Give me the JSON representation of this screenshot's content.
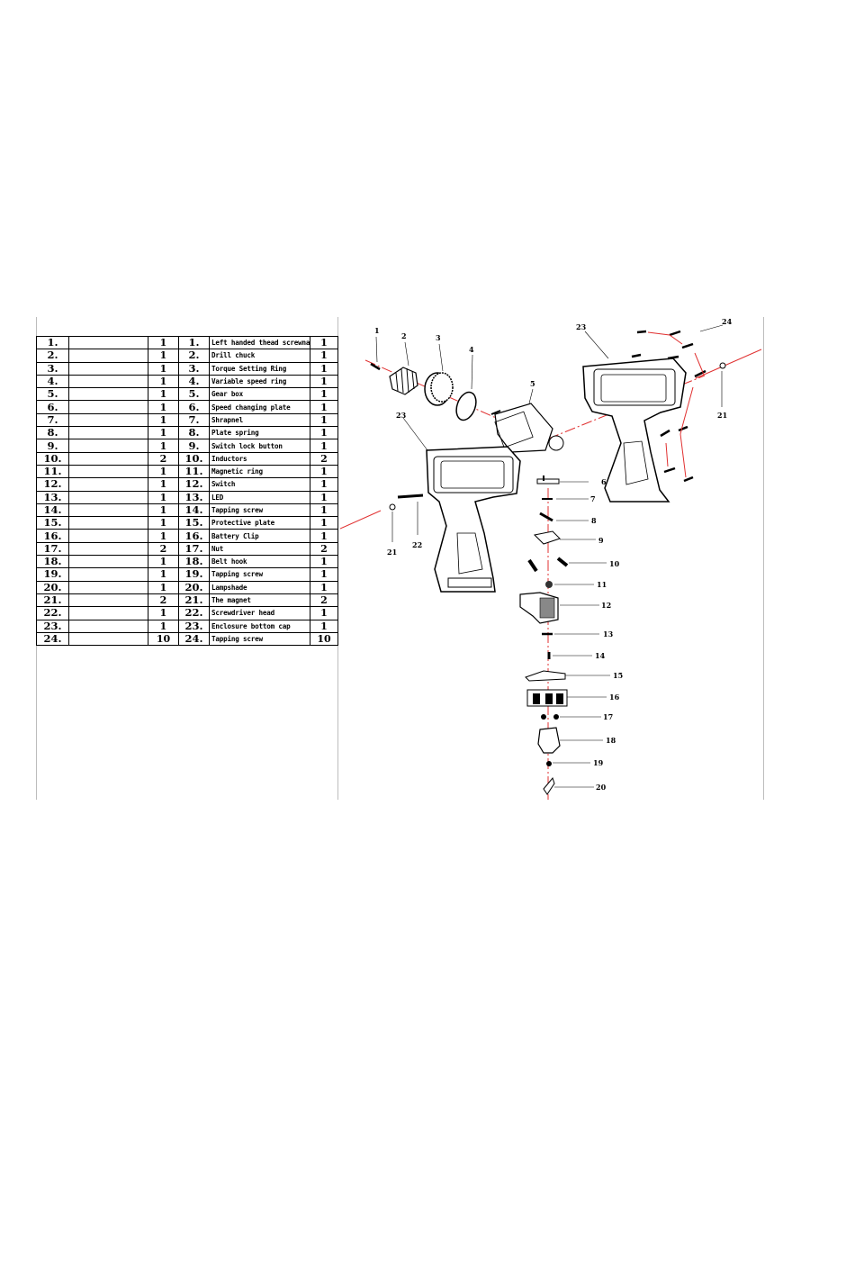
{
  "parts": [
    {
      "no": "1.",
      "qty": "1",
      "no2": "1.",
      "name": "Left handed thead screwnail",
      "qty2": "1"
    },
    {
      "no": "2.",
      "qty": "1",
      "no2": "2.",
      "name": "Drill chuck",
      "qty2": "1"
    },
    {
      "no": "3.",
      "qty": "1",
      "no2": "3.",
      "name": "Torque Setting Ring",
      "qty2": "1"
    },
    {
      "no": "4.",
      "qty": "1",
      "no2": "4.",
      "name": "Variable speed ring",
      "qty2": "1"
    },
    {
      "no": "5.",
      "qty": "1",
      "no2": "5.",
      "name": "Gear box",
      "qty2": "1"
    },
    {
      "no": "6.",
      "qty": "1",
      "no2": "6.",
      "name": "Speed changing plate",
      "qty2": "1"
    },
    {
      "no": "7.",
      "qty": "1",
      "no2": "7.",
      "name": "Shrapnel",
      "qty2": "1"
    },
    {
      "no": "8.",
      "qty": "1",
      "no2": "8.",
      "name": "Plate spring",
      "qty2": "1"
    },
    {
      "no": "9.",
      "qty": "1",
      "no2": "9.",
      "name": "Switch lock button",
      "qty2": "1"
    },
    {
      "no": "10.",
      "qty": "2",
      "no2": "10.",
      "name": "Inductors",
      "qty2": "2"
    },
    {
      "no": "11.",
      "qty": "1",
      "no2": "11.",
      "name": "Magnetic ring",
      "qty2": "1"
    },
    {
      "no": "12.",
      "qty": "1",
      "no2": "12.",
      "name": "Switch",
      "qty2": "1"
    },
    {
      "no": "13.",
      "qty": "1",
      "no2": "13.",
      "name": "LED",
      "qty2": "1"
    },
    {
      "no": "14.",
      "qty": "1",
      "no2": "14.",
      "name": "Tapping screw",
      "qty2": "1"
    },
    {
      "no": "15.",
      "qty": "1",
      "no2": "15.",
      "name": "Protective plate",
      "qty2": "1"
    },
    {
      "no": "16.",
      "qty": "1",
      "no2": "16.",
      "name": "Battery Clip",
      "qty2": "1"
    },
    {
      "no": "17.",
      "qty": "2",
      "no2": "17.",
      "name": "Nut",
      "qty2": "2"
    },
    {
      "no": "18.",
      "qty": "1",
      "no2": "18.",
      "name": "Belt hook",
      "qty2": "1"
    },
    {
      "no": "19.",
      "qty": "1",
      "no2": "19.",
      "name": "Tapping screw",
      "qty2": "1"
    },
    {
      "no": "20.",
      "qty": "1",
      "no2": "20.",
      "name": "Lampshade",
      "qty2": "1"
    },
    {
      "no": "21.",
      "qty": "2",
      "no2": "21.",
      "name": "The magnet",
      "qty2": "2"
    },
    {
      "no": "22.",
      "qty": "1",
      "no2": "22.",
      "name": "Screwdriver head",
      "qty2": "1"
    },
    {
      "no": "23.",
      "qty": "1",
      "no2": "23.",
      "name": "Enclosure bottom cap",
      "qty2": "1"
    },
    {
      "no": "24.",
      "qty": "10",
      "no2": "24.",
      "name": "Tapping screw",
      "qty2": "10"
    }
  ],
  "callouts": {
    "c1": "1",
    "c2": "2",
    "c3": "3",
    "c4": "4",
    "c5": "5",
    "c6": "6",
    "c7": "7",
    "c8": "8",
    "c9": "9",
    "c10": "10",
    "c11": "11",
    "c12": "12",
    "c13": "13",
    "c14": "14",
    "c15": "15",
    "c16": "16",
    "c17": "17",
    "c18": "18",
    "c19": "19",
    "c20": "20",
    "c21a": "21",
    "c21b": "21",
    "c22": "22",
    "c23a": "23",
    "c23b": "23",
    "c24": "24"
  },
  "colors": {
    "axis_line": "#e03030",
    "ink": "#000000",
    "frame": "#bdbdbd"
  }
}
